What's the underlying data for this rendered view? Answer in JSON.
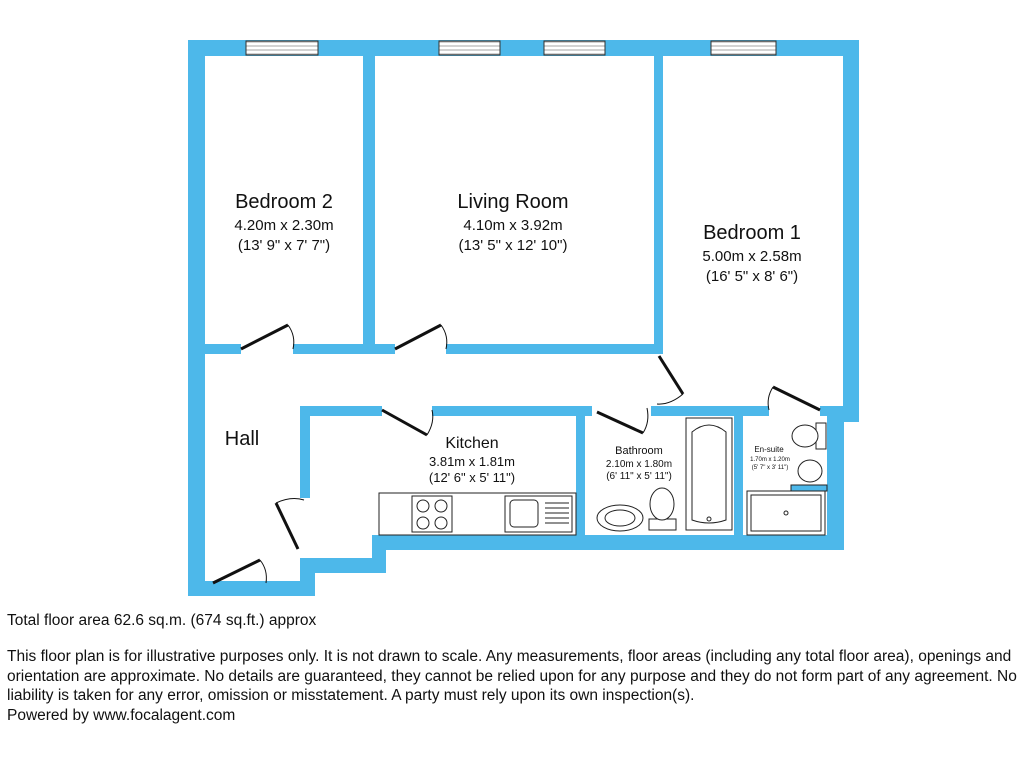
{
  "rooms": {
    "bedroom2": {
      "name": "Bedroom 2",
      "metric": "4.20m x 2.30m",
      "imperial": "(13' 9\" x 7' 7\")"
    },
    "living": {
      "name": "Living Room",
      "metric": "4.10m x 3.92m",
      "imperial": "(13' 5\" x 12' 10\")"
    },
    "bedroom1": {
      "name": "Bedroom 1",
      "metric": "5.00m x 2.58m",
      "imperial": "(16' 5\" x 8' 6\")"
    },
    "hall": {
      "name": "Hall"
    },
    "kitchen": {
      "name": "Kitchen",
      "metric": "3.81m x 1.81m",
      "imperial": "(12' 6\" x 5' 11\")"
    },
    "bathroom": {
      "name": "Bathroom",
      "metric": "2.10m x 1.80m",
      "imperial": "(6' 11\" x 5' 11\")"
    },
    "ensuite": {
      "name": "En-suite",
      "metric": "1.70m x 1.20m",
      "imperial": "(5' 7\" x 3' 11\")"
    }
  },
  "footer": {
    "total_area": "Total floor area 62.6 sq.m. (674 sq.ft.) approx",
    "disclaimer": "This floor plan is for illustrative purposes only. It is not drawn to scale. Any measurements, floor areas (including any total floor area), openings and orientation are approximate. No details are guaranteed, they cannot be relied upon for any purpose and they do not form part of any agreement. No liability is taken for any error, omission or misstatement. A party must rely upon its own inspection(s).",
    "powered_by": "Powered by www.focalagent.com"
  },
  "colors": {
    "wall": "#4db8ea",
    "door": "#111111",
    "fixture": "#222222"
  }
}
